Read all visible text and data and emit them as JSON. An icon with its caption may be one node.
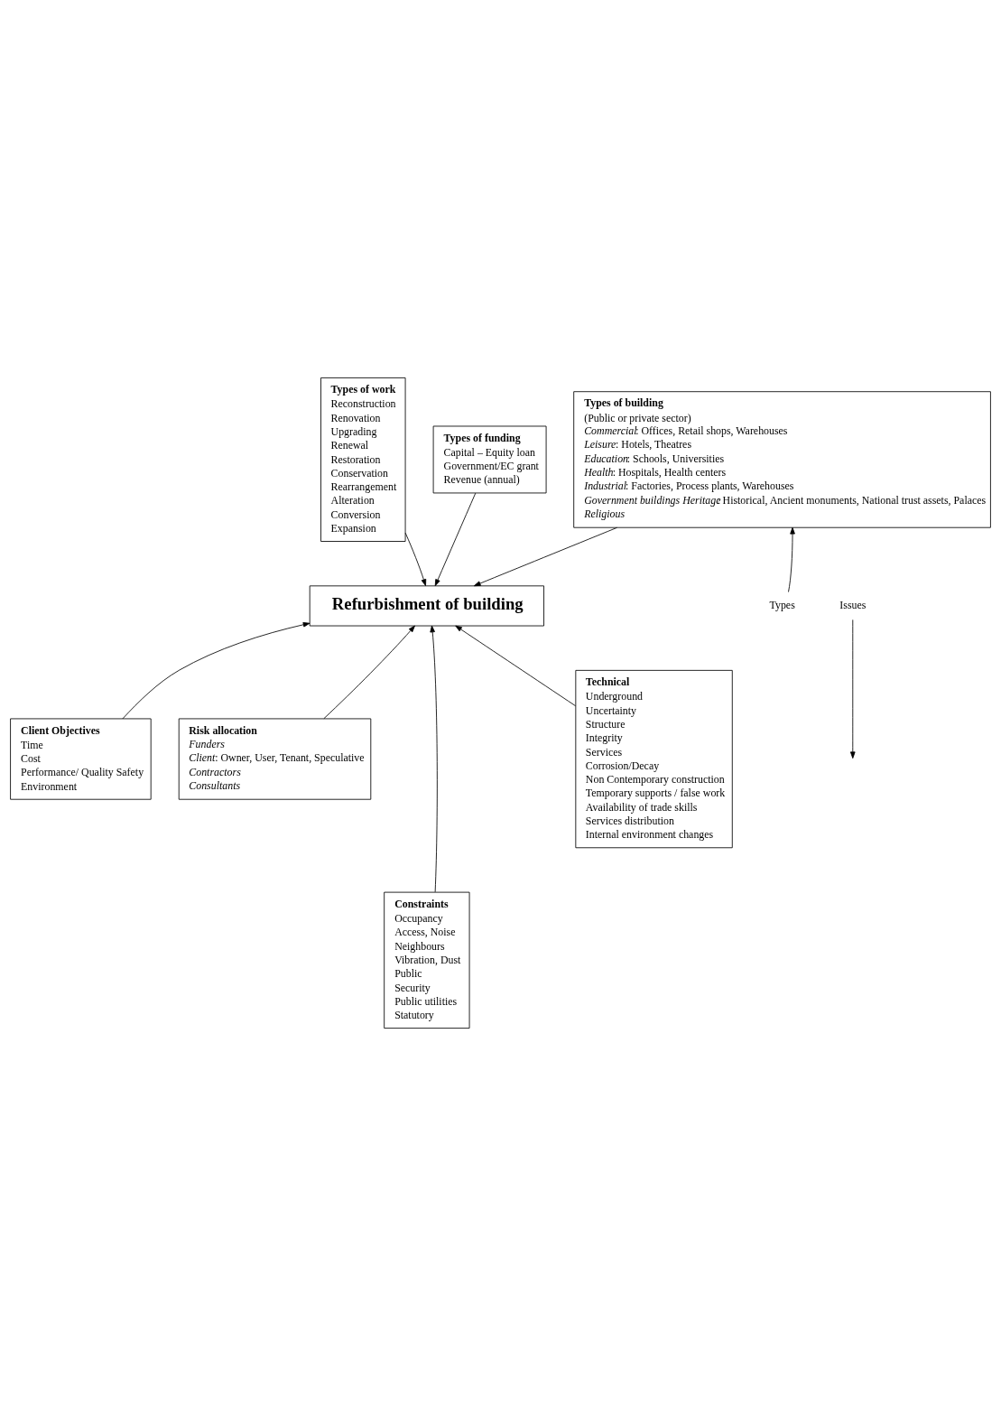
{
  "diagram": {
    "nodes": [
      {
        "text": [
          "Types of work",
          "Reconstruction",
          "Renovation",
          "Upgrading",
          "Renewal",
          "Restoration",
          "Conservation",
          "Rearrangement",
          "Alteration",
          "Conversion",
          "Expansion"
        ]
      },
      {
        "text": [
          "Types of funding",
          "Capital – Equity loan",
          "Government/EC grant",
          "Revenue (annual)"
        ]
      },
      {
        "text": [
          "Types of building",
          "(Public or private sector)",
          "*Commercial*: Offices, Retail shops, Warehouses",
          "*Leisure*: Hotels, Theatres",
          "*Education*: Schools, Universities",
          "*Health*: Hospitals, Health centers",
          "*Industrial*: Factories, Process plants, Warehouses",
          "*Government buildings Heritage*: Historical, Ancient monuments, National trust assets, Palaces",
          "*Religious*"
        ]
      },
      {
        "text": [
          "Refurbishment of building"
        ]
      },
      {
        "text": [
          "Client Objectives",
          "Time",
          "Cost",
          "Performance/ Quality Safety",
          "Environment"
        ]
      },
      {
        "text": [
          "Risk allocation",
          "*Funders*",
          "*Client*: Owner, User, Tenant, Speculative",
          "*Contractors*",
          "*Consultants*"
        ]
      },
      {
        "text": [
          "Constraints",
          "Occupancy",
          "Access, Noise",
          "Neighbours",
          "Vibration, Dust",
          "Public",
          "Security",
          "Public utilities",
          "Statutory"
        ]
      },
      {
        "text": [
          "Technical",
          "Underground",
          "Uncertainty",
          "Structure",
          "Integrity",
          "Services",
          "Corrosion/Decay",
          "Non Contemporary construction",
          "Temporary supports / false work",
          "Availability of trade skills",
          "Services distribution",
          "Internal environment changes"
        ]
      },
      {
        "text": [
          "Types"
        ]
      },
      {
        "text": [
          "Issues"
        ]
      }
    ],
    "edges": [
      {
        "from": 0,
        "to": 3,
        "arrow": "to"
      },
      {
        "from": 1,
        "to": 3,
        "arrow": "to"
      },
      {
        "from": 2,
        "to": 3,
        "arrow": "to"
      },
      {
        "from": 4,
        "to": 3,
        "arrow": "to"
      },
      {
        "from": 6,
        "to": 3,
        "arrow": "to"
      },
      {
        "from": 5,
        "to": 3,
        "arrow": "to"
      },
      {
        "from": 7,
        "to": 3,
        "arrow": "to"
      },
      {
        "from": 8,
        "to": 2,
        "arrow": "to"
      },
      {
        "from": 9,
        "to": null,
        "arrow": "to"
      }
    ]
  }
}
